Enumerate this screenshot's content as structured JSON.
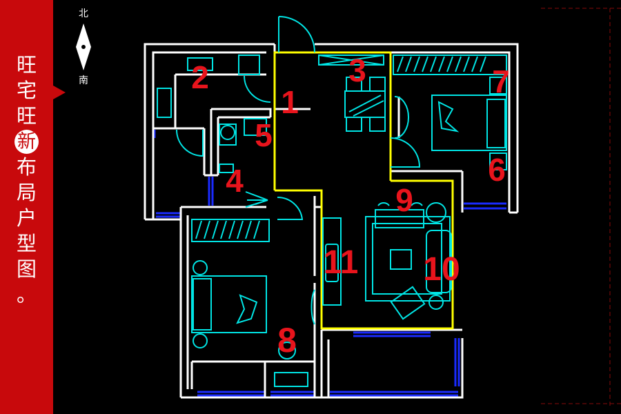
{
  "title": {
    "chars": [
      "旺",
      "宅",
      "旺",
      "新",
      "布",
      "局",
      "户",
      "型",
      "图",
      "。"
    ],
    "badge_index": 3
  },
  "compass": {
    "north": "北",
    "south": "南"
  },
  "rooms": [
    {
      "num": "1"
    },
    {
      "num": "2"
    },
    {
      "num": "3"
    },
    {
      "num": "4"
    },
    {
      "num": "5"
    },
    {
      "num": "6"
    },
    {
      "num": "7"
    },
    {
      "num": "8"
    },
    {
      "num": "9"
    },
    {
      "num": "10"
    },
    {
      "num": "11"
    }
  ],
  "colors": {
    "sidebar": "#c8090c",
    "wall": "#ffffff",
    "furniture": "#00e5e5",
    "window": "#1a2bff",
    "highlight": "#ffff00",
    "number": "#e8141c",
    "background": "#000000"
  }
}
